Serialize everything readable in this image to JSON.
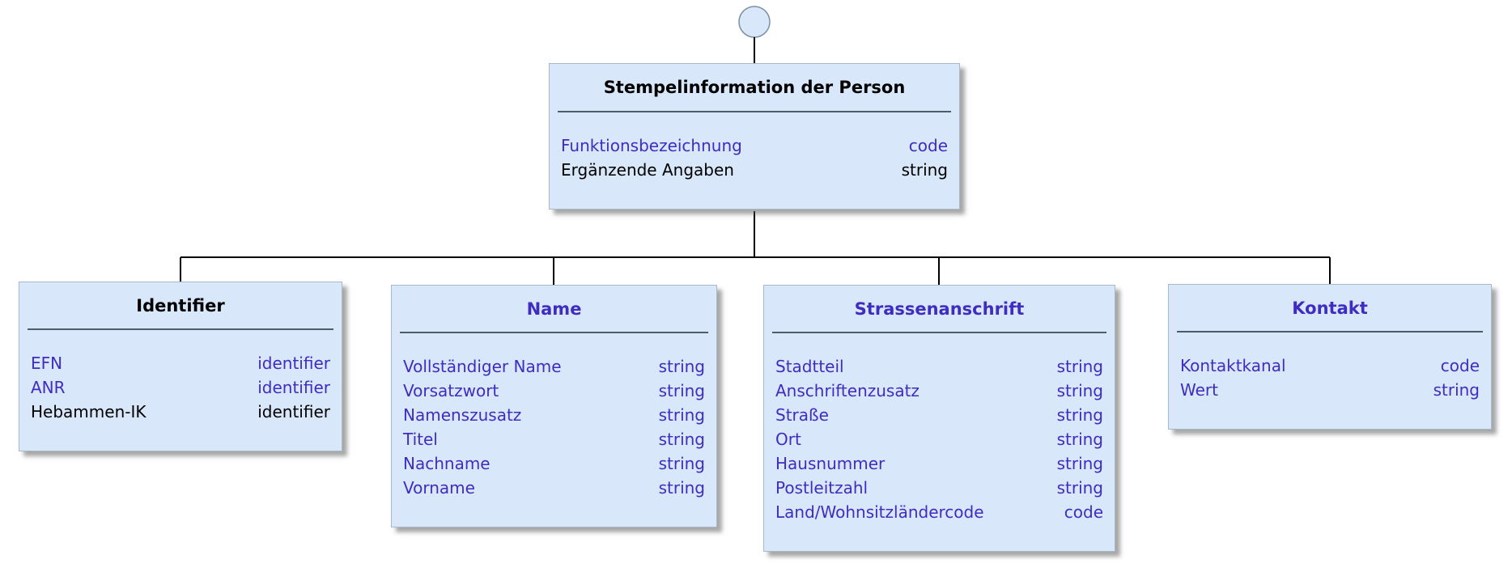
{
  "diagram": {
    "colors": {
      "box_fill": "#d8e7fa",
      "box_border": "#a6b8c9",
      "separator": "#4d5d6b",
      "link_text": "#3f2cc0",
      "plain_text": "#000000",
      "connector": "#000000"
    },
    "entities": [
      {
        "key": "root",
        "title": "Stempelinformation der Person",
        "title_link": false,
        "attributes": [
          {
            "name": "Funktionsbezeichnung",
            "type": "code",
            "link": true
          },
          {
            "name": "Ergänzende Angaben",
            "type": "string",
            "link": false
          }
        ]
      },
      {
        "key": "identifier",
        "title": "Identifier",
        "title_link": false,
        "attributes": [
          {
            "name": "EFN",
            "type": "identifier",
            "link": true
          },
          {
            "name": "ANR",
            "type": "identifier",
            "link": true
          },
          {
            "name": "Hebammen-IK",
            "type": "identifier",
            "link": false
          }
        ]
      },
      {
        "key": "name",
        "title": "Name",
        "title_link": true,
        "attributes": [
          {
            "name": "Vollständiger Name",
            "type": "string",
            "link": true
          },
          {
            "name": "Vorsatzwort",
            "type": "string",
            "link": true
          },
          {
            "name": "Namenszusatz",
            "type": "string",
            "link": true
          },
          {
            "name": "Titel",
            "type": "string",
            "link": true
          },
          {
            "name": "Nachname",
            "type": "string",
            "link": true
          },
          {
            "name": "Vorname",
            "type": "string",
            "link": true
          }
        ]
      },
      {
        "key": "strassenanschrift",
        "title": "Strassenanschrift",
        "title_link": true,
        "attributes": [
          {
            "name": "Stadtteil",
            "type": "string",
            "link": true
          },
          {
            "name": "Anschriftenzusatz",
            "type": "string",
            "link": true
          },
          {
            "name": "Straße",
            "type": "string",
            "link": true
          },
          {
            "name": "Ort",
            "type": "string",
            "link": true
          },
          {
            "name": "Hausnummer",
            "type": "string",
            "link": true
          },
          {
            "name": "Postleitzahl",
            "type": "string",
            "link": true
          },
          {
            "name": "Land/Wohnsitzländercode",
            "type": "code",
            "link": true
          }
        ]
      },
      {
        "key": "kontakt",
        "title": "Kontakt",
        "title_link": true,
        "attributes": [
          {
            "name": "Kontaktkanal",
            "type": "code",
            "link": true
          },
          {
            "name": "Wert",
            "type": "string",
            "link": true
          }
        ]
      }
    ]
  }
}
